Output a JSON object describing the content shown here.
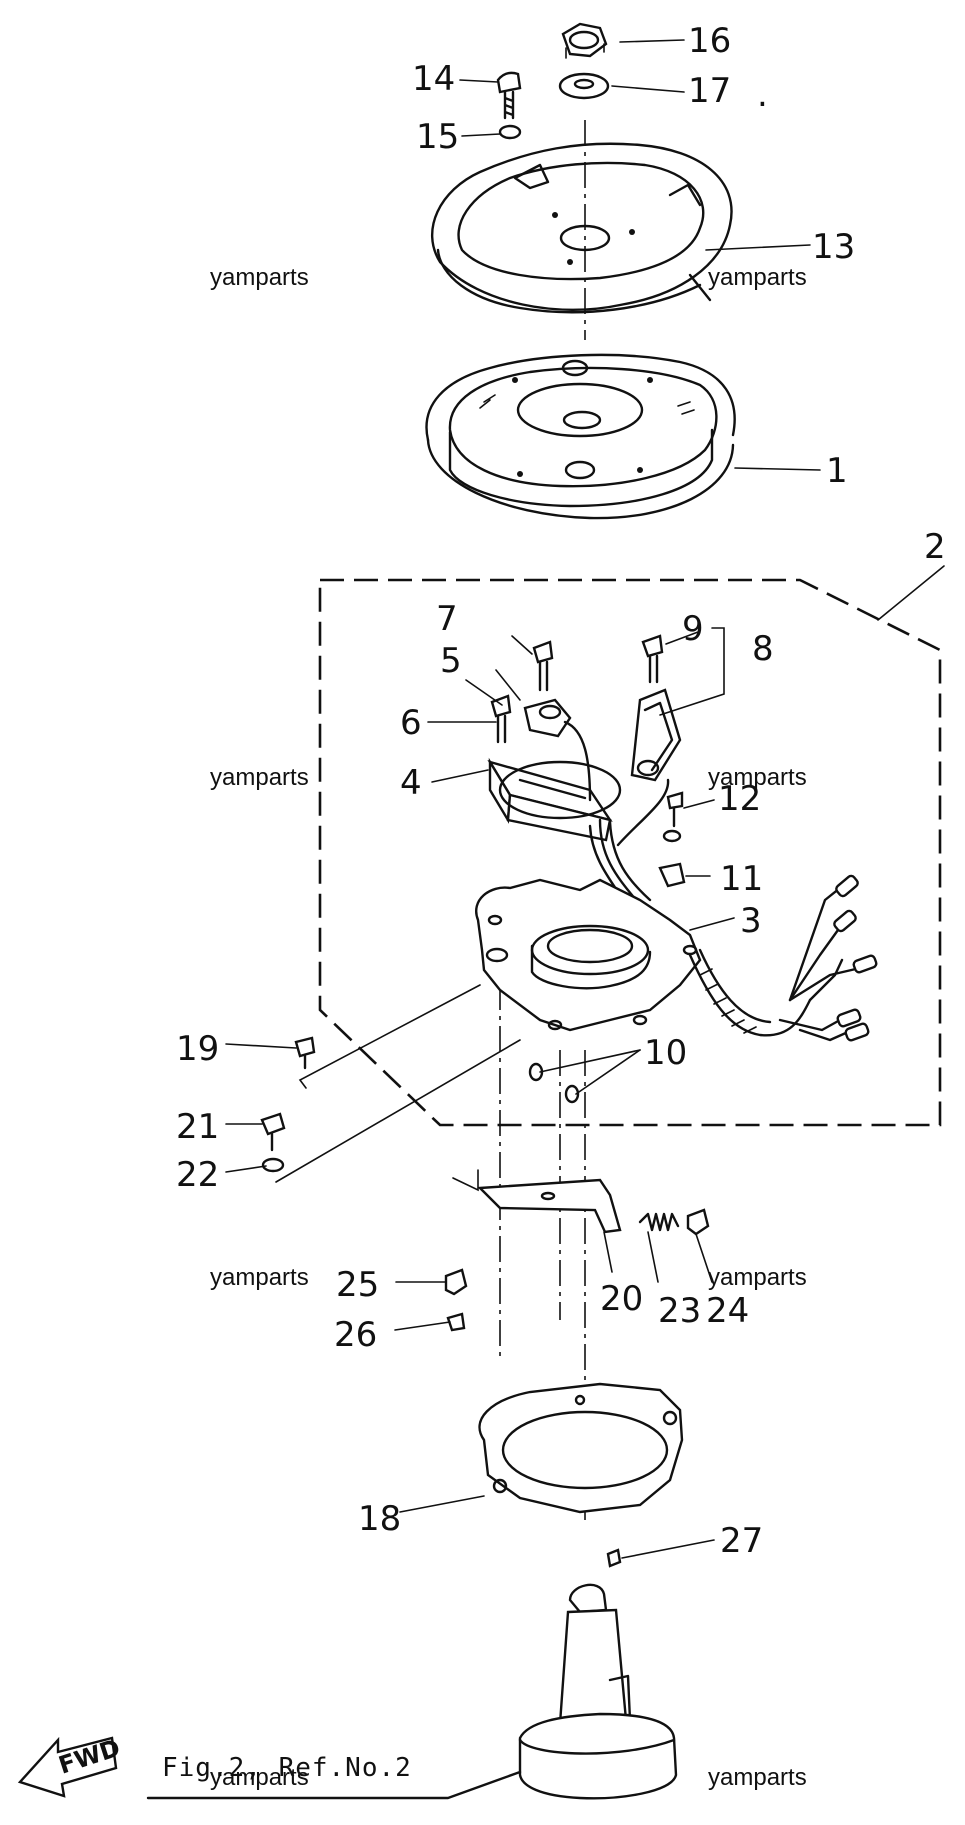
{
  "diagram": {
    "caption": "Fig.2, Ref.No.2",
    "direction_label": "FWD",
    "watermark": "yamparts",
    "dot_mark": ".",
    "parts": {
      "p1": "1",
      "p2": "2",
      "p3": "3",
      "p4": "4",
      "p5": "5",
      "p6": "6",
      "p7": "7",
      "p8": "8",
      "p9": "9",
      "p10": "10",
      "p11": "11",
      "p12": "12",
      "p13": "13",
      "p14": "14",
      "p15": "15",
      "p16": "16",
      "p17": "17",
      "p18": "18",
      "p19": "19",
      "p20": "20",
      "p21": "21",
      "p22": "22",
      "p23": "23",
      "p24": "24",
      "p25": "25",
      "p26": "26",
      "p27": "27"
    }
  }
}
